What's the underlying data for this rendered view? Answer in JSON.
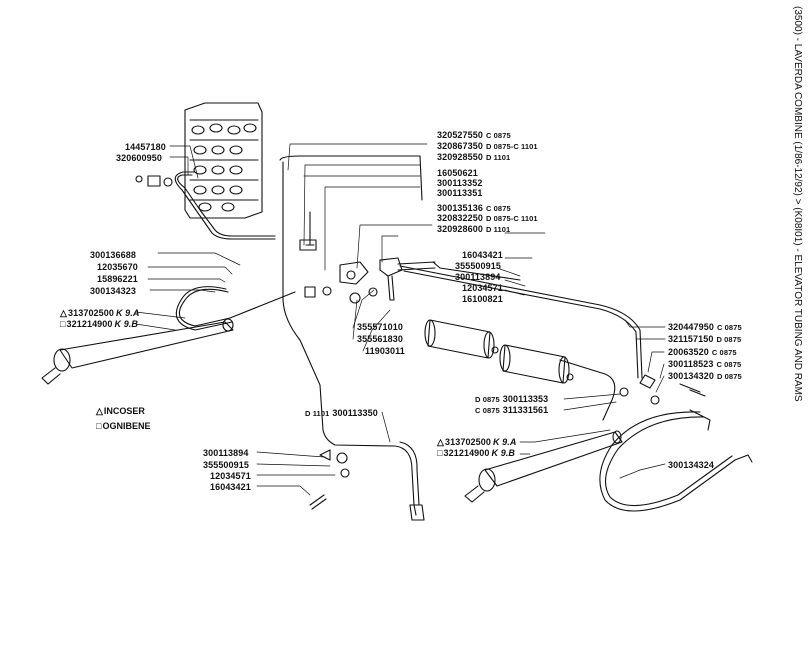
{
  "title": "(3500) - LAVERDA COMBINE (1/86-12/92) > (K08I01) - ELEVATOR TUBING AND RAMS",
  "legend": {
    "incoser": {
      "symbol": "△",
      "text": "INCOSER"
    },
    "ognibene": {
      "symbol": "□",
      "text": "OGNIBENE"
    }
  },
  "labels": {
    "p14457180": "14457180",
    "p320600950": "320600950",
    "p320527550": {
      "code": "320527550",
      "suffix": "C 0875"
    },
    "p320867350": {
      "code": "320867350",
      "suffix": "D 0875-C 1101"
    },
    "p320928550": {
      "code": "320928550",
      "suffix": "D 1101"
    },
    "p16050621": "16050621",
    "p300113352": "300113352",
    "p300113351": "300113351",
    "p300135136": {
      "code": "300135136",
      "suffix": "C 0875"
    },
    "p320832250": {
      "code": "320832250",
      "suffix": "D 0875-C 1101"
    },
    "p320928600": {
      "code": "320928600",
      "suffix": "D 1101"
    },
    "p16043421a": "16043421",
    "p355500915a": "355500915",
    "p300113894a": "300113894",
    "p12034571a": "12034571",
    "p16100821": "16100821",
    "p300136688": "300136688",
    "p12035670": "12035670",
    "p15896221": "15896221",
    "p300134323": "300134323",
    "p313702500a": {
      "symbol": "△",
      "code": "313702500",
      "kit": "K 9.A"
    },
    "p321214900a": {
      "symbol": "□",
      "code": "321214900",
      "kit": "K 9.B"
    },
    "p355571010": "355571010",
    "p355561830": "355561830",
    "p11903011": "11903011",
    "p320447950": {
      "code": "320447950",
      "suffix": "C 0875"
    },
    "p321157150": {
      "code": "321157150",
      "suffix": "D 0875"
    },
    "p20063520": {
      "code": "20063520",
      "suffix": "C 0875"
    },
    "p300118523": {
      "code": "300118523",
      "suffix": "C 0875"
    },
    "p300134320": {
      "code": "300134320",
      "suffix": "D 0875"
    },
    "p300113353": {
      "prefix": "D 0875",
      "code": "300113353"
    },
    "p311331561": {
      "prefix": "C 0875",
      "code": "311331561"
    },
    "p300113350": {
      "prefix": "D 1101",
      "code": "300113350"
    },
    "p313702500b": {
      "symbol": "△",
      "code": "313702500",
      "kit": "K 9.A"
    },
    "p321214900b": {
      "symbol": "□",
      "code": "321214900",
      "kit": "K 9.B"
    },
    "p300113894b": "300113894",
    "p355500915b": "355500915",
    "p12034571b": "12034571",
    "p16043421b": "16043421",
    "p300134324": "300134324"
  }
}
